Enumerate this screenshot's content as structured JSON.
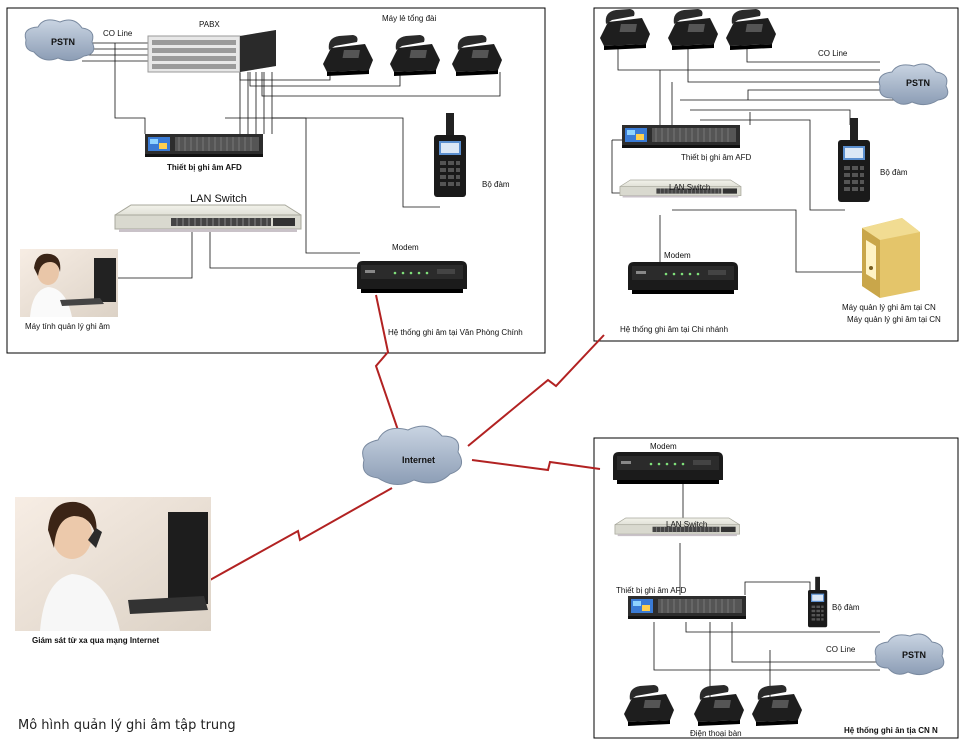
{
  "caption": "Mô hình quản lý ghi âm tập trung",
  "main_office": {
    "pstn": "PSTN",
    "co_line": "CO Line",
    "pabx": "PABX",
    "extensions": "Máy lẻ tổng đài",
    "recorder": "Thiết bị ghi âm AFD",
    "lan_switch": "LAN Switch",
    "radio": "Bộ đàm",
    "modem": "Modem",
    "pc": "Máy tính quản lý ghi âm",
    "title": "Hệ thống ghi âm tại Văn Phòng Chính"
  },
  "branch": {
    "co_line": "CO Line",
    "pstn": "PSTN",
    "recorder": "Thiết bị ghi âm AFD",
    "lan_switch": "LAN Switch",
    "radio": "Bộ đàm",
    "modem": "Modem",
    "server_1": "Máy quản lý ghi âm tại CN",
    "server_2": "Máy quản lý ghi âm tại CN",
    "title": "Hệ thống ghi âm tại Chi nhánh"
  },
  "branch_n": {
    "modem": "Modem",
    "lan_switch": "LAN Switch",
    "recorder": "Thiết bị ghi âm AFD",
    "radio": "Bộ đàm",
    "co_line": "CO Line",
    "pstn": "PSTN",
    "desk_phone": "Điện thoại bàn",
    "title": "Hệ thống ghi ân tịa CN N"
  },
  "internet": "Internet",
  "remote": "Giám sát từ xa qua mạng Internet",
  "colors": {
    "wan_link": "#b22222",
    "frame": "#000000",
    "cloud": "#a9b8cb"
  }
}
